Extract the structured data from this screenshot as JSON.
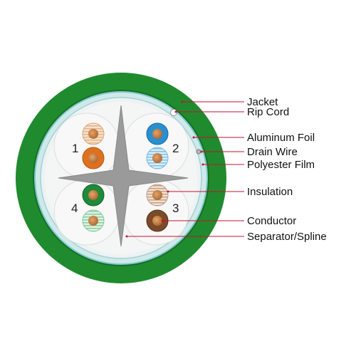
{
  "diagram": {
    "colors": {
      "jacket": "#1f8b2e",
      "jacket_dark": "#157022",
      "foil": "#cfe9ea",
      "foil_edge": "#7fc9cc",
      "film": "#e9eff0",
      "spline": "#9a9a9a",
      "leader": "#c8102e",
      "orange": "#e0701e",
      "blue": "#2a8fd0",
      "green": "#1e8a3a",
      "brown": "#7a4a2a",
      "copper": "#c07a3a"
    },
    "pairs": [
      {
        "number": "1",
        "solid": "orange",
        "striped": "orange-white"
      },
      {
        "number": "2",
        "solid": "blue",
        "striped": "blue-white"
      },
      {
        "number": "3",
        "solid": "brown",
        "striped": "brown-white"
      },
      {
        "number": "4",
        "solid": "green",
        "striped": "green-white"
      }
    ],
    "labels": {
      "jacket": "Jacket",
      "rip_cord": "Rip Cord",
      "aluminum_foil": "Aluminum Foil",
      "drain_wire": "Drain Wire",
      "polyester_film": "Polyester Film",
      "insulation": "Insulation",
      "conductor": "Conductor",
      "separator": "Separator/Spline"
    }
  }
}
